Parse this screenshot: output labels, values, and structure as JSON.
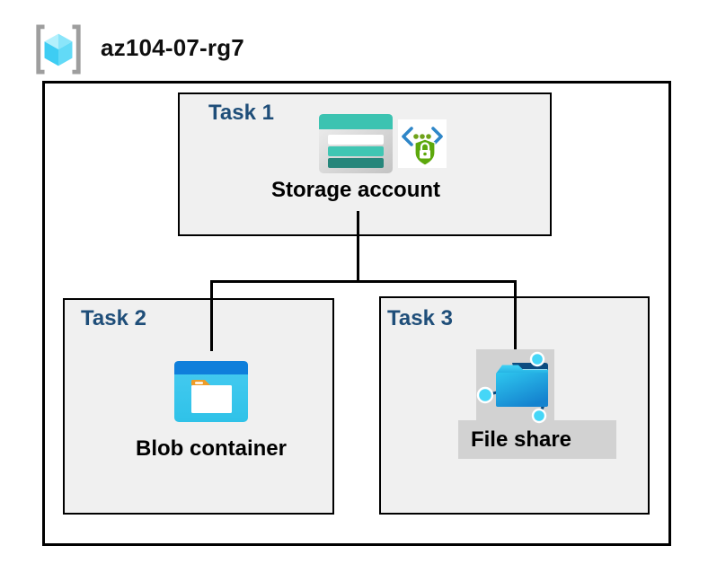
{
  "header": {
    "resource_group_name": "az104-07-rg7",
    "resource_group_icon": "azure-resource-group"
  },
  "diagram": {
    "tasks": [
      {
        "id": "task1",
        "label": "Task 1",
        "resource": "Storage account",
        "icons": [
          "storage-account-icon",
          "secure-access-icon"
        ]
      },
      {
        "id": "task2",
        "label": "Task 2",
        "resource": "Blob container",
        "icons": [
          "blob-container-icon"
        ]
      },
      {
        "id": "task3",
        "label": "Task 3",
        "resource": "File share",
        "icons": [
          "file-share-icon"
        ],
        "highlight": true
      }
    ],
    "connections": [
      {
        "from": "task1",
        "to": "task2"
      },
      {
        "from": "task1",
        "to": "task3"
      }
    ]
  },
  "colors": {
    "task_label_navy": "#1f4e79",
    "task_box_fill": "#f0f0f0",
    "highlight_grey": "#d2d2d2",
    "line_black": "#000000",
    "storage_teal": "#3cc3b1",
    "storage_teal_dark": "#26867b",
    "blob_band_blue": "#0f7fdb",
    "blob_body_cyan": "#38c6ee",
    "folder_tab_orange": "#ef9c26",
    "fileshare_blue": "#1583cf",
    "fileshare_cyan": "#45d6f7",
    "fileshare_navy": "#0b4c80",
    "shield_green": "#5ca80c",
    "bracket_blue": "#2e86c8",
    "rg_bracket_grey": "#9e9e9e",
    "rg_cube_cyan": "#50d7f7"
  }
}
